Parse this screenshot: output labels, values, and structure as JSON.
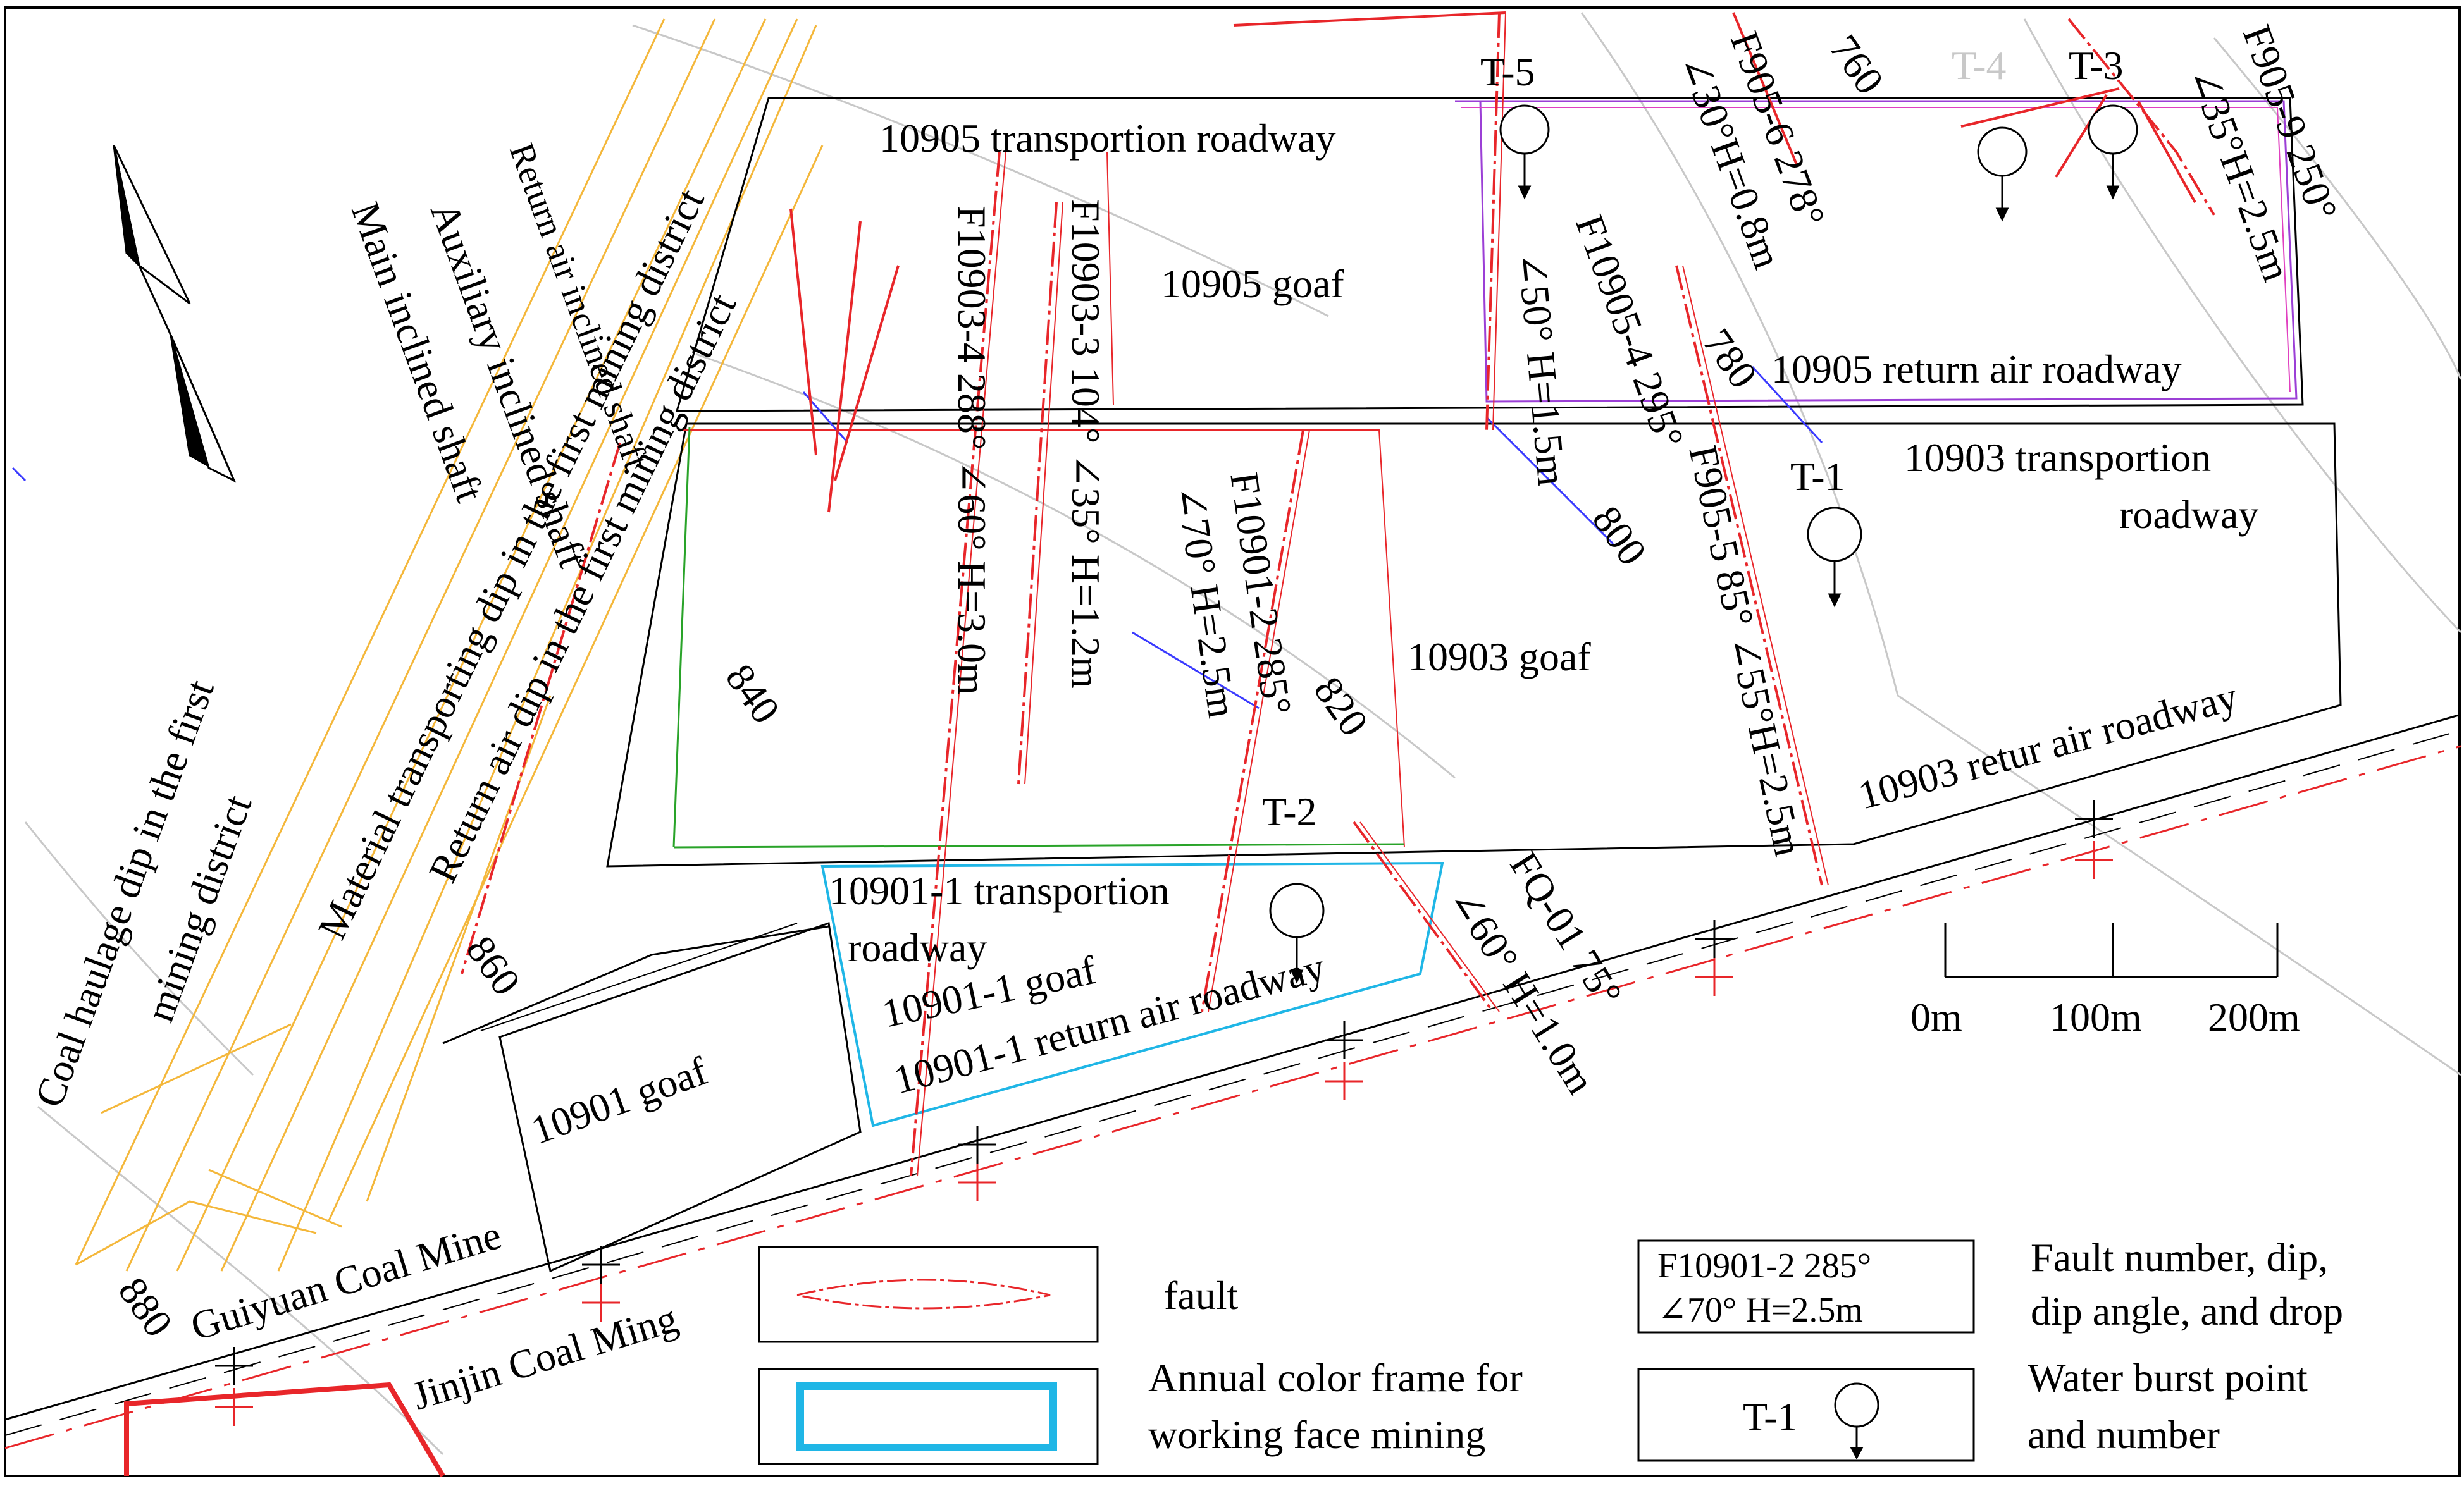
{
  "colors": {
    "fault": "#e8262a",
    "shaft": "#f4b73a",
    "annual_frame": "#1fb6e6",
    "boundary": "#000000",
    "contour": "#c8c8c8",
    "transport_blue": "#3a3aff",
    "roadway_purple": "#9b3fd6",
    "green": "#29a329"
  },
  "map_labels": {
    "goaf_10905": "10905 goaf",
    "goaf_10903": "10903 goaf",
    "goaf_10901_1": "10901-1   goaf",
    "goaf_10901": "10901 goaf",
    "road_10905_transport": "10905 transportion roadway",
    "road_10905_return": "10905 return air roadway",
    "road_10903_transport_1": "10903  transportion",
    "road_10903_transport_2": "roadway",
    "road_10903_return": "10903 retur air roadway",
    "road_10901_1_transport_1": "10901-1 transportion",
    "road_10901_1_transport_2": "roadway",
    "road_10901_1_return": "10901-1 return air roadway",
    "shaft_coal_haulage_1": "Coal haulage dip in the first",
    "shaft_coal_haulage_2": "mining district",
    "shaft_main": "Main inclined shaft",
    "shaft_auxiliary": "Auxiliary inclined shaft",
    "shaft_return": "Return air inclined shaft",
    "shaft_material": "Material transporting dip in the first mining district",
    "shaft_return_dip": "Return air dip in the first mining district",
    "mine_guiyuan": "Guiyuan Coal Mine",
    "mine_jinjin": "Jinjin Coal Ming"
  },
  "contours": [
    "760",
    "780",
    "800",
    "820",
    "840",
    "860",
    "880"
  ],
  "faults": [
    {
      "id": "F10903-4",
      "text": "F10903-4 288°  ∠60° H=3.0m"
    },
    {
      "id": "F10903-3",
      "text": "F10903-3 104°  ∠35° H=1.2m"
    },
    {
      "id": "F10901-2",
      "text_1": "F10901-2 285°",
      "text_2": "∠70° H=2.5m"
    },
    {
      "id": "F10905-4",
      "text_1": "F10905-4 295°",
      "text_2": "∠50° H=1.5m"
    },
    {
      "id": "F905-6",
      "text_1": "F905-6 278°",
      "text_2": "∠30°H=0.8m"
    },
    {
      "id": "F905-9",
      "text_1": "F905-9 250°",
      "text_2": "∠35°H=2.5m"
    },
    {
      "id": "F905-5",
      "text": "F905-5 85°  ∠55°H=2.5m"
    },
    {
      "id": "FQ-01",
      "text_1": "FQ-01 75°",
      "text_2": "∠60° H=1.0m"
    }
  ],
  "water_points": [
    "T-1",
    "T-2",
    "T-3",
    "T-4",
    "T-5"
  ],
  "scale": {
    "labels": [
      "0m",
      "100m",
      "200m"
    ]
  },
  "legend": {
    "fault": "fault",
    "frame_1": "Annual color frame for",
    "frame_2": "working face mining",
    "sample_1": "F10901-2 285°",
    "sample_2": "∠70° H=2.5m",
    "fault_desc_1": "Fault number, dip,",
    "fault_desc_2": "dip angle, and drop",
    "water_sample": "T-1",
    "water_desc_1": "Water burst point",
    "water_desc_2": "and number"
  }
}
